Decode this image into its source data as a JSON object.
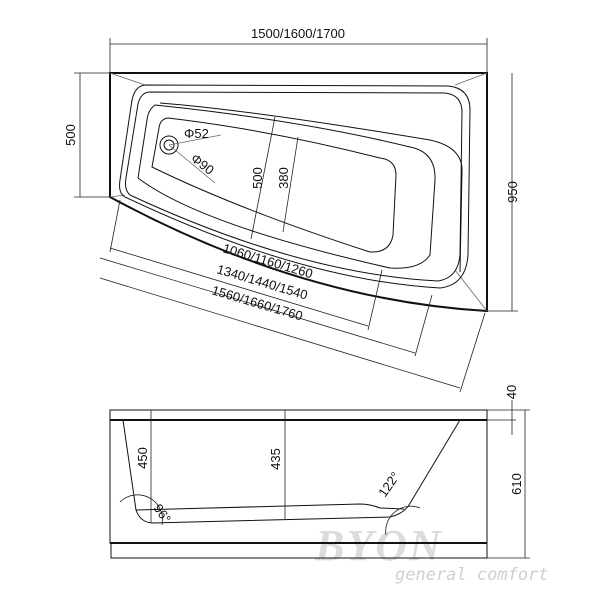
{
  "top_view": {
    "overall_length": "1500/1600/1700",
    "side_depth": "500",
    "overall_width": "950",
    "drain_small": "Φ52",
    "drain_large": "Φ90",
    "basin_width": "500",
    "bottom_width": "380",
    "bottom_length": "1060/1160/1260",
    "inner_length": "1340/1440/1540",
    "front_length": "1560/1660/1760"
  },
  "side_view": {
    "depth_left": "450",
    "depth_center": "435",
    "angle_left": "96°",
    "angle_right": "122°",
    "rim_height": "40",
    "total_height": "610"
  },
  "brand": {
    "logo": "BYON",
    "tagline": "general comfort"
  }
}
